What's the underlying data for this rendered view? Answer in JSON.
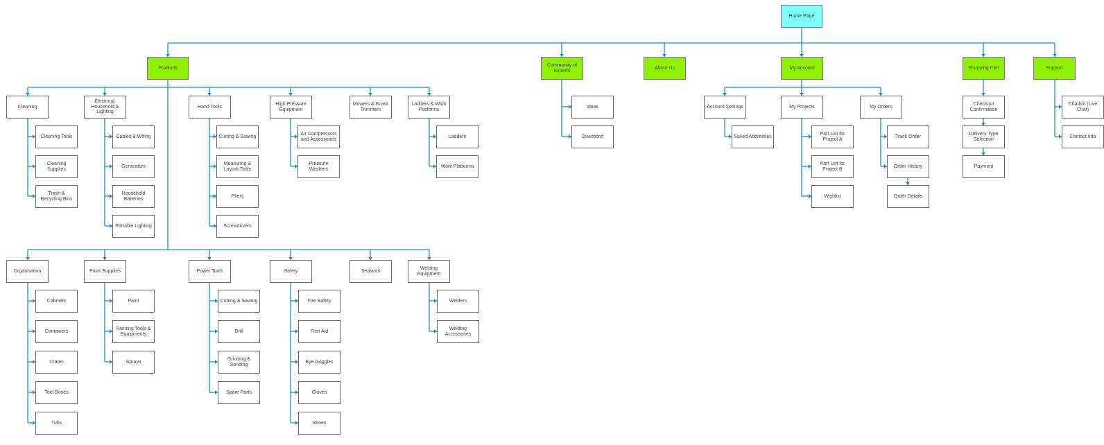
{
  "root": "Home Page",
  "main_nav": [
    "Products",
    "Community of Experts",
    "About Us",
    "My Account",
    "Shopping Cart",
    "Support"
  ],
  "products": {
    "cleaning": {
      "label": "Cleaning",
      "children": [
        "Cleaning Tools",
        "Cleaning Supplies",
        "Trash & Recycling Bins"
      ]
    },
    "electrical": {
      "label": "Electrical, Household & Lighting",
      "children": [
        "Cables & Wiring",
        "Generators",
        "Household Batteries",
        "Portable Lighting"
      ]
    },
    "hand_tools": {
      "label": "Hand Tools",
      "children": [
        "Cutting & Sawing",
        "Measuring & Layout Tools",
        "Pliers",
        "Screwdrivers"
      ]
    },
    "high_pressure": {
      "label": "High Pressure Equipment",
      "children": [
        "Air Compressors and Accessories",
        "Pressure Washers"
      ]
    },
    "mowers": {
      "label": "Mowers & Grass Trimmers",
      "children": []
    },
    "ladders": {
      "label": "Ladders & Work Platforms",
      "children": [
        "Ladders",
        "Work Platforms"
      ]
    },
    "organisation": {
      "label": "Organisation",
      "children": [
        "Cabinets",
        "Containers",
        "Crates",
        "Tool Boxes",
        "Tubs"
      ]
    },
    "paint": {
      "label": "Paint Supplies",
      "children": [
        "Paint",
        "Painting Tools & Equipments",
        "Sprays"
      ]
    },
    "power_tools": {
      "label": "Power Tools",
      "children": [
        "Cutting & Sawing",
        "Drill",
        "Grinding & Sanding",
        "Spare Parts"
      ]
    },
    "safety": {
      "label": "Safety",
      "children": [
        "Fire Safety",
        "First Aid",
        "Eye Goggles",
        "Gloves",
        "Shoes"
      ]
    },
    "sealants": {
      "label": "Sealants",
      "children": []
    },
    "welding": {
      "label": "Welding Equipment",
      "children": [
        "Welders",
        "Welding Accessories"
      ]
    }
  },
  "community": [
    "Ideas",
    "Questions"
  ],
  "account": {
    "settings": {
      "label": "Account Settings",
      "children": [
        "Saved Addresses"
      ]
    },
    "projects": {
      "label": "My Projects",
      "children": [
        "Part List for Project A",
        "Part List for Project B",
        "Wishlist"
      ]
    },
    "orders": {
      "label": "My Orders",
      "children": [
        "Track Order",
        "Order History"
      ],
      "sub": "Order Details"
    }
  },
  "cart": [
    "Checkout Confirmation",
    "Delivery Type Selection",
    "Payment"
  ],
  "support": [
    "Chatbot (Live Chat)",
    "Contact Info"
  ],
  "colors": {
    "root": "#80ffff",
    "level1": "#8ff000",
    "connector": "#1b8fc1",
    "border": "#666666"
  }
}
